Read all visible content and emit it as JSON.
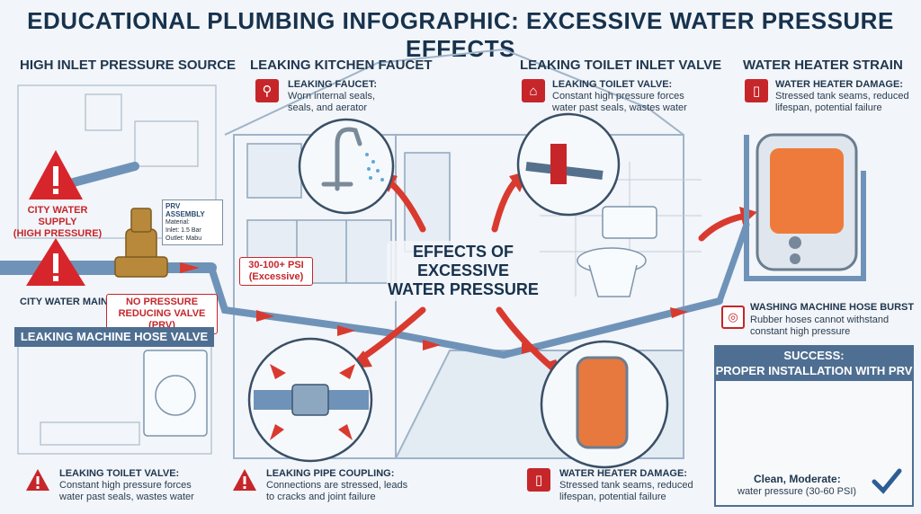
{
  "title": "EDUCATIONAL PLUMBING INFOGRAPHIC: EXCESSIVE WATER PRESSURE EFFECTS",
  "center_title": [
    "EFFECTS OF",
    "EXCESSIVE",
    "WATER PRESSURE"
  ],
  "sections": {
    "inlet": {
      "heading": "HIGH INLET PRESSURE SOURCE",
      "city_supply": [
        "CITY WATER SUPPLY",
        "(HIGH PRESSURE)"
      ],
      "city_main": "CITY WATER MAIN",
      "no_prv": [
        "NO PRESSURE",
        "REDUCING VALVE (PRV)"
      ],
      "prv_assembly": {
        "title": "PRV ASSEMBLY",
        "rows": [
          [
            "Material:",
            ""
          ],
          [
            "Inlet:",
            "1.5 Bar"
          ],
          [
            "Outlet:",
            "Mabu"
          ]
        ]
      },
      "psi_callout": [
        "30-100+ PSI",
        "(Excessive)"
      ]
    },
    "kitchen": {
      "heading": "LEAKING KITCHEN FAUCET",
      "label": "LEAKING FAUCET:",
      "desc": [
        "Worn internal seals,",
        "seals, and aerator"
      ]
    },
    "toilet": {
      "heading": "LEAKING TOILET INLET VALVE",
      "label": "LEAKING TOILET VALVE:",
      "desc": [
        "Constant high pressure forces",
        "water past seals, wastes water"
      ]
    },
    "heater": {
      "heading": "WATER HEATER STRAIN",
      "label": "WATER HEATER DAMAGE:",
      "desc": [
        "Stressed tank seams, reduced",
        "lifespan, potential failure"
      ]
    },
    "washer": {
      "label": "WASHING MACHINE HOSE BURST",
      "desc": [
        "Rubber hoses cannot withstand",
        "constant high pressure"
      ]
    },
    "machine_hose": {
      "heading": "LEAKING MACHINE HOSE VALVE"
    },
    "success": {
      "heading": [
        "SUCCESS:",
        "PROPER INSTALLATION WITH PRV"
      ],
      "label": "Clean, Moderate:",
      "desc": "water pressure (30-60 PSI)"
    },
    "bottom": [
      {
        "label": "LEAKING TOILET VALVE:",
        "desc": [
          "Constant high pressure forces",
          "water past seals, wastes water"
        ]
      },
      {
        "label": "LEAKING PIPE COUPLING:",
        "desc": [
          "Connections are stressed, leads",
          "to cracks and joint failure"
        ]
      },
      {
        "label": "WATER HEATER DAMAGE:",
        "desc": [
          "Stressed tank seams, reduced",
          "lifespan, potential failure"
        ]
      }
    ]
  },
  "colors": {
    "alert_red": "#c6262a",
    "pipe_blue": "#6f93b8",
    "banner_blue": "#4f6f92",
    "navy": "#17324d",
    "brass": "#b8893a"
  }
}
